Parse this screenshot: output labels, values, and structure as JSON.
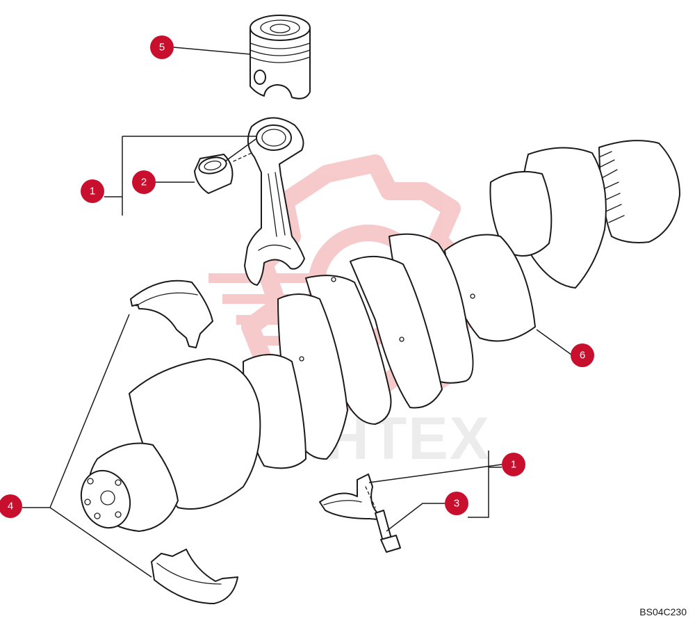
{
  "diagram": {
    "reference_code": "BS04C230",
    "watermark_text": "MHTEX",
    "callout_color": "#c8102e",
    "watermark_color": "#f4b9b9",
    "callouts": [
      {
        "id": "callout-5",
        "label": "5",
        "part": "piston"
      },
      {
        "id": "callout-2",
        "label": "2",
        "part": "bushing"
      },
      {
        "id": "callout-1-top",
        "label": "1",
        "part": "connecting-rod"
      },
      {
        "id": "callout-4",
        "label": "4",
        "part": "main-bearing-shells"
      },
      {
        "id": "callout-6",
        "label": "6",
        "part": "crankshaft"
      },
      {
        "id": "callout-1-bottom",
        "label": "1",
        "part": "connecting-rod-cap"
      },
      {
        "id": "callout-3",
        "label": "3",
        "part": "bolt"
      }
    ]
  }
}
